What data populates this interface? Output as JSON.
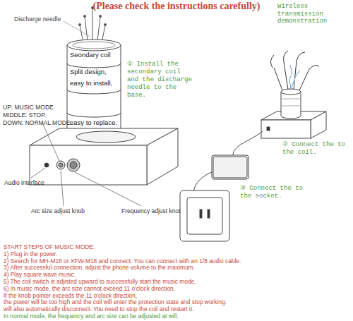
{
  "diagram": {
    "title": "(Please check the instructions carefully)",
    "nodes": [
      {
        "text": [
          "Seondary coil",
          "Split design,",
          "easy to install,",
          "easy to replace."
        ]
      }
    ],
    "labels": [
      "Discharge needle",
      "UP: MUSIC MODE.",
      "MIDDLE: STOP.",
      "DOWN: NORMAL MODE.",
      "Audio interface",
      "Arc size adjust knob",
      "Frequency adjust knot",
      "① Install the secondary coil and the discharge needle to the base.",
      "Wireless transmission demonstration",
      "② Connect the to the coil.",
      "③ Connect the to the socket.",
      "START STEPS OF MUSIC MODE:",
      "1) Plug in the power.",
      "2) Search for MH-M18 or XFW-M18 and connect. You can connect with an 1/8 audio cable.",
      "3) After successful connection, adjust the phone volume to the maximum.",
      "4) Play square wave music.",
      "5) The coil switch is adjisted upward to successfully start the music mode.",
      "6) In music mode, the arc size cannot exceed 11 o'clock direction.",
      "If the knob pointer exceeds the 11 o'clock direction,",
      "the power will be too high and the coil will enter the protection state and stop working.",
      "will also automatically disconnect. You need to stop the coil and restart it.",
      "In normal mode, the frequency and arc size can be adjusted at will."
    ]
  }
}
